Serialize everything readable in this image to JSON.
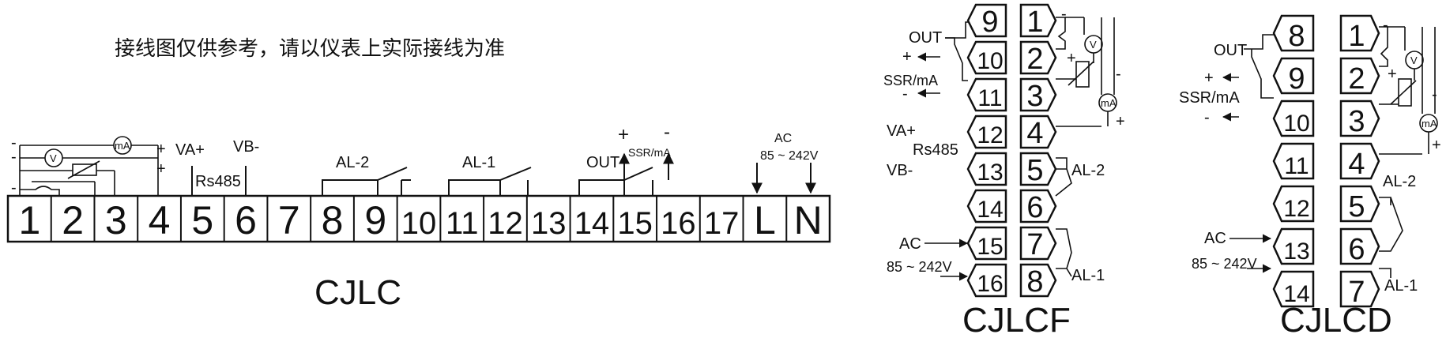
{
  "note": "接线图仅供参考，请以仪表上实际接线为准",
  "meter_v": "V",
  "meter_ma": "mA",
  "plus": "+",
  "minus": "-",
  "cjlc": {
    "title": "CJLC",
    "terminals": [
      "1",
      "2",
      "3",
      "4",
      "5",
      "6",
      "7",
      "8",
      "9",
      "10",
      "11",
      "12",
      "13",
      "14",
      "15",
      "16",
      "17",
      "L",
      "N"
    ],
    "labels": {
      "va": "VA+",
      "vb": "VB-",
      "rs485": "Rs485",
      "al2": "AL-2",
      "al1": "AL-1",
      "out": "OUT",
      "ssr": "SSR/mA",
      "ac": "AC",
      "range": "85 ~ 242V"
    }
  },
  "cjlcf": {
    "title": "CJLCF",
    "left_terminals": [
      "9",
      "10",
      "11",
      "12",
      "13",
      "14",
      "15",
      "16"
    ],
    "right_terminals": [
      "1",
      "2",
      "3",
      "4",
      "5",
      "6",
      "7",
      "8"
    ],
    "labels": {
      "out": "OUT",
      "ssr": "SSR/mA",
      "va": "VA+",
      "rs485": "Rs485",
      "vb": "VB-",
      "ac": "AC",
      "range": "85 ~ 242V",
      "al2": "AL-2",
      "al1": "AL-1"
    }
  },
  "cjlcd": {
    "title": "CJLCD",
    "left_terminals": [
      "8",
      "9",
      "10",
      "11",
      "12",
      "13",
      "14"
    ],
    "right_terminals": [
      "1",
      "2",
      "3",
      "4",
      "5",
      "6",
      "7"
    ],
    "labels": {
      "out": "OUT",
      "ssr": "SSR/mA",
      "ac": "AC",
      "range": "85 ~ 242V",
      "al2": "AL-2",
      "al1": "AL-1"
    }
  }
}
